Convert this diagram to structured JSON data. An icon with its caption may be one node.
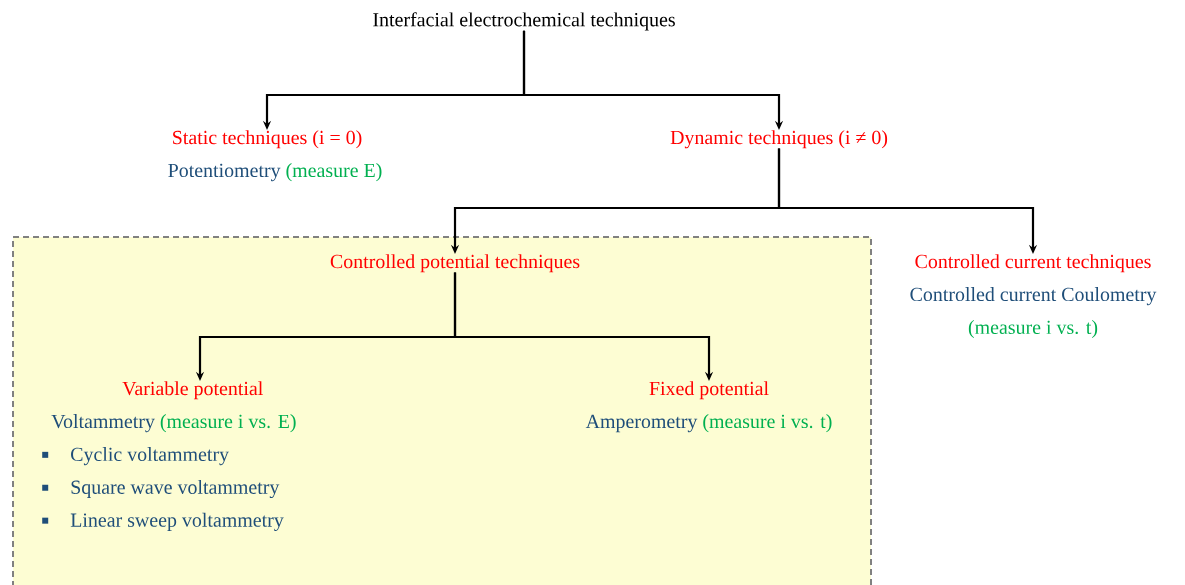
{
  "diagram": {
    "nodes": [
      {
        "text": [
          "Interfacial electrochemical techniques"
        ]
      },
      {
        "text": [
          "Static techniques (i = 0)",
          "Potentiometry",
          "(measure E)"
        ]
      },
      {
        "text": [
          "Dynamic techniques (i ≠ 0)"
        ]
      },
      {
        "text": [],
        "shape": "box"
      },
      {
        "text": [
          "Controlled potential techniques"
        ],
        "in": 3
      },
      {
        "text": [
          "Controlled current techniques",
          "Controlled current Coulometry",
          "(measure i vs. t)"
        ]
      },
      {
        "text": [
          "Variable potential",
          "Voltammetry",
          "(measure i vs. E)",
          "Cyclic voltammetry",
          "Square wave voltammetry",
          "Linear sweep voltammetry"
        ],
        "in": 3
      },
      {
        "text": [
          "Fixed potential",
          "Amperometry",
          "(measure i vs. t)"
        ],
        "in": 3
      }
    ],
    "edges": [
      {
        "from": 0,
        "to": 1,
        "arrow": "to"
      },
      {
        "from": 0,
        "to": 2,
        "arrow": "to"
      },
      {
        "from": 2,
        "to": 4,
        "arrow": "to"
      },
      {
        "from": 2,
        "to": 5,
        "arrow": "to"
      },
      {
        "from": 4,
        "to": 6,
        "arrow": "to"
      },
      {
        "from": 4,
        "to": 7,
        "arrow": "to"
      }
    ]
  }
}
